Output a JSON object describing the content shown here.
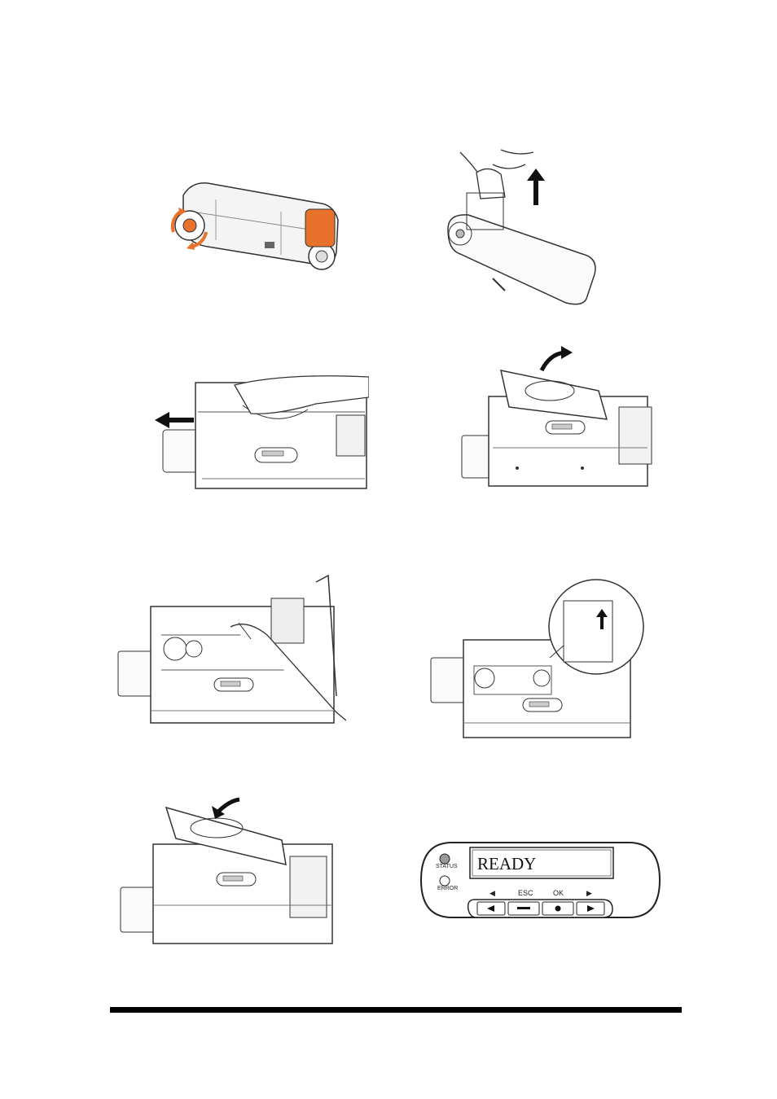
{
  "figures": [
    {
      "name": "ribbon-cartridge-wind"
    },
    {
      "name": "ribbon-cartridge-remove"
    },
    {
      "name": "printer-open-lid-slide"
    },
    {
      "name": "printer-lid-lifted"
    },
    {
      "name": "printer-insert-hand"
    },
    {
      "name": "printer-ribbon-inserted-detail"
    },
    {
      "name": "printer-close-lid"
    },
    {
      "name": "control-panel-lcd"
    }
  ],
  "panel": {
    "lcd_text": "READY",
    "status_label": "STATUS",
    "error_label": "ERROR",
    "left_label": "◀",
    "esc_label": "ESC",
    "ok_label": "OK",
    "right_label": "▶"
  },
  "colors": {
    "accent": "#e8712b",
    "line": "#333333"
  }
}
